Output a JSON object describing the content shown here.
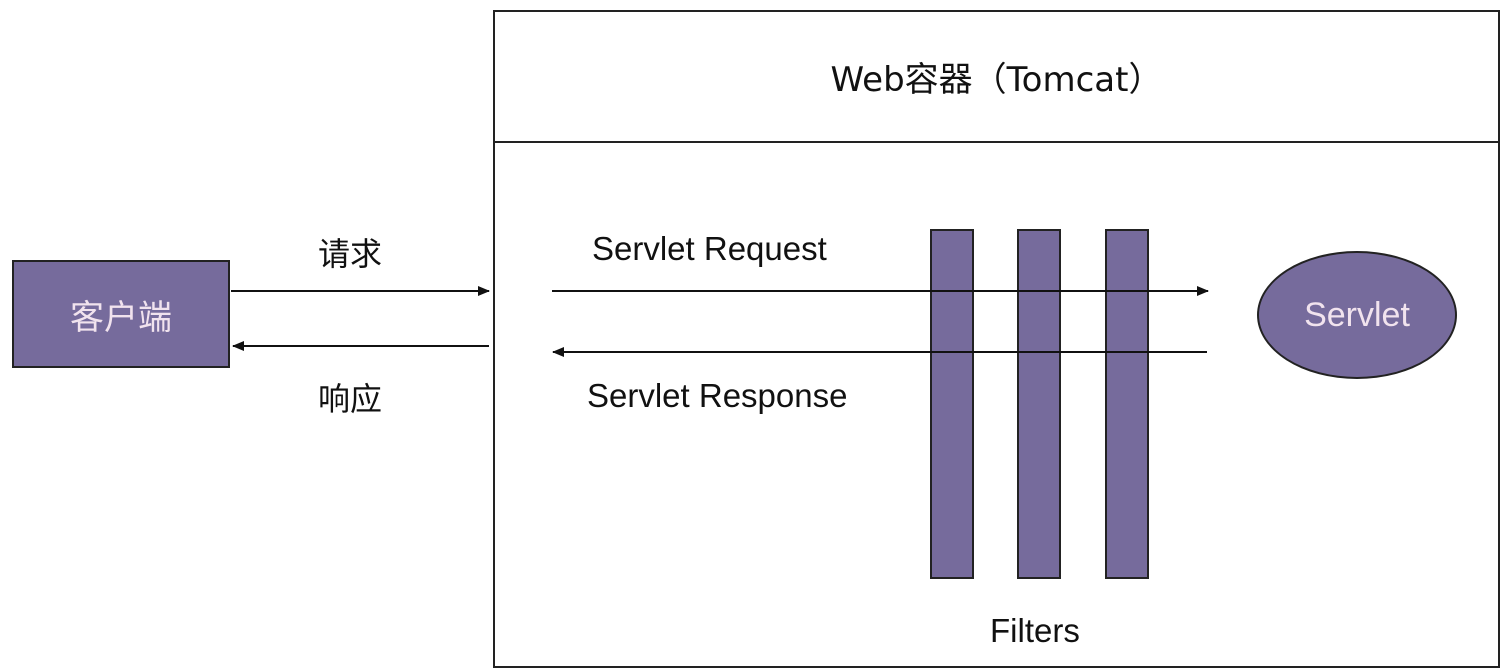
{
  "client": {
    "label": "客户端"
  },
  "container": {
    "title": "Web容器（Tomcat）"
  },
  "arrows": {
    "request_label": "请求",
    "response_label": "响应",
    "servlet_request_label": "Servlet Request",
    "servlet_response_label": "Servlet Response"
  },
  "filters": {
    "label": "Filters",
    "count": 3
  },
  "servlet": {
    "label": "Servlet"
  },
  "colors": {
    "node_fill": "#766b9c",
    "node_text": "#f1e3ee",
    "stroke": "#222222"
  }
}
